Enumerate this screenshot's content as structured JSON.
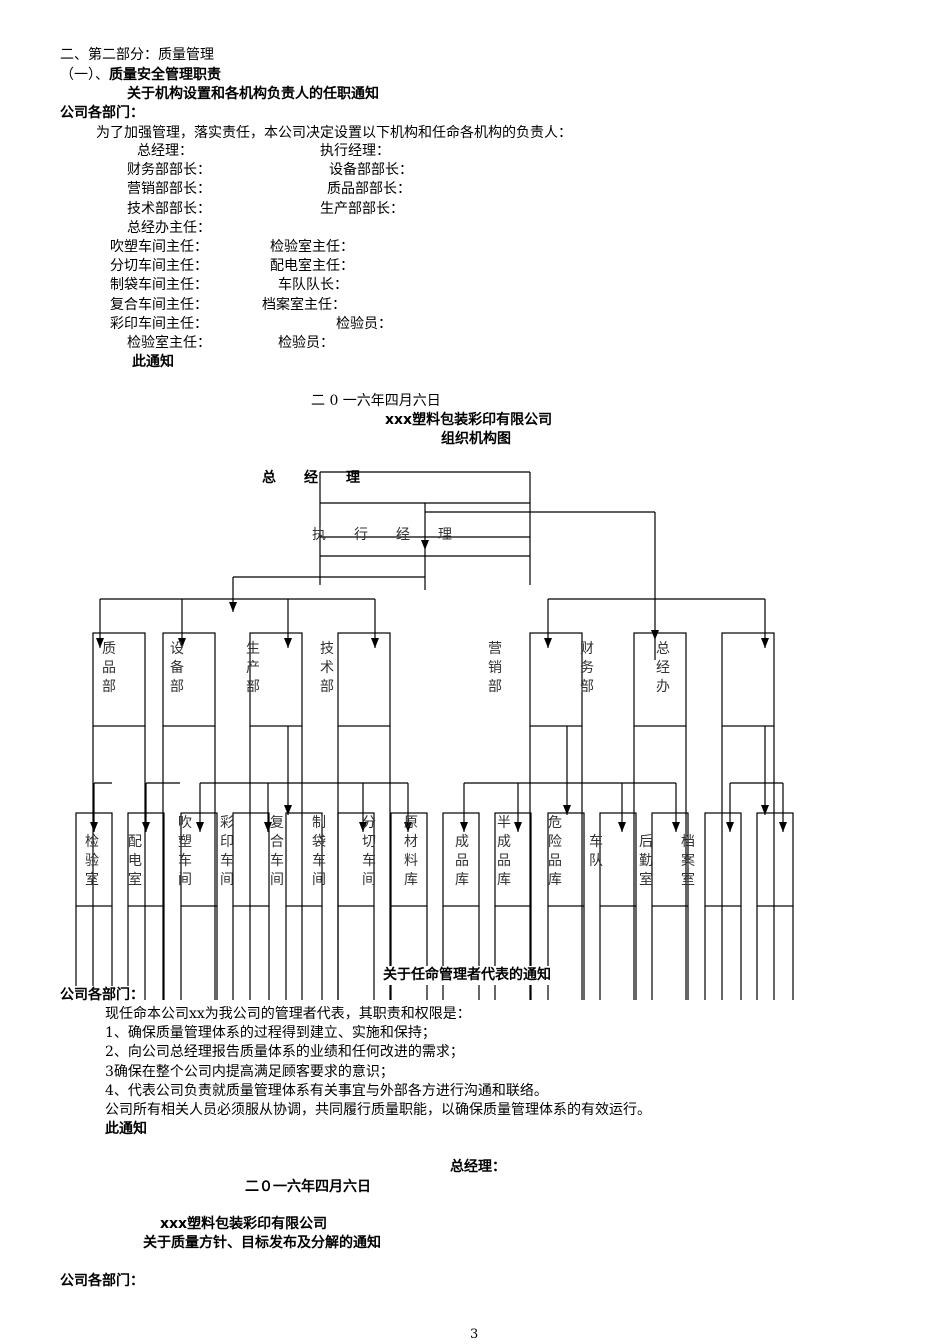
{
  "part_title": "二、第二部分：质量管理",
  "section_title_prefix": "（一）、",
  "section_title": "质量安全管理职责",
  "notice1": {
    "title": "关于机构设置和各机构负责人的任职通知",
    "salutation": "公司各部门：",
    "intro": "为了加强管理，落实责任，本公司决定设置以下机构和任命各机构的负责人：",
    "rows": [
      [
        "总经理：",
        "执行经理："
      ],
      [
        "财务部部长：",
        "设备部部长："
      ],
      [
        "营销部部长：",
        "质品部部长："
      ],
      [
        "技术部部长：",
        "生产部部长："
      ],
      [
        "总经办主任：",
        ""
      ],
      [
        "吹塑车间主任：",
        "检验室主任："
      ],
      [
        "分切车间主任：",
        "配电室主任："
      ],
      [
        "制袋车间主任：",
        "车队队长："
      ],
      [
        "复合车间主任：",
        "档案室主任："
      ],
      [
        "彩印车间主任：",
        "检验员："
      ],
      [
        "检验室主任：",
        "检验员："
      ]
    ],
    "closing": "此通知",
    "date": "二 0 一六年四月六日"
  },
  "org": {
    "company": "xxx塑料包装彩印有限公司",
    "title": "组织机构图",
    "gm": "总　　经　　理",
    "exec": "执　　行　　经　　理",
    "level2": [
      "质品部",
      "设备部",
      "生产部",
      "技术部",
      "营销部",
      "财务部",
      "总经办"
    ],
    "level3": [
      "检验室",
      "配电室",
      "吹塑车间",
      "彩印车间",
      "复合车间",
      "制袋车间",
      "分切车间",
      "原材料库",
      "成品库",
      "半成品库",
      "危险品库",
      "车队",
      "后勤室",
      "档案室"
    ]
  },
  "notice2": {
    "title": "关于任命管理者代表的通知",
    "salutation": "公司各部门：",
    "lines": [
      "现任命本公司xx为我公司的管理者代表，其职责和权限是：",
      "1、确保质量管理体系的过程得到建立、实施和保持；",
      "2、向公司总经理报告质量体系的业绩和任何改进的需求；",
      "3确保在整个公司内提高满足顾客要求的意识；",
      "4、代表公司负责就质量管理体系有关事宜与外部各方进行沟通和联络。",
      "公司所有相关人员必须服从协调，共同履行质量职能，以确保质量管理体系的有效运行。"
    ],
    "closing": "此通知",
    "signer": "总经理：",
    "date": "二０一六年四月六日"
  },
  "notice3": {
    "company": "xxx塑料包装彩印有限公司",
    "title": "关于质量方针、目标发布及分解的通知",
    "salutation": "公司各部门："
  },
  "page_number": "3"
}
